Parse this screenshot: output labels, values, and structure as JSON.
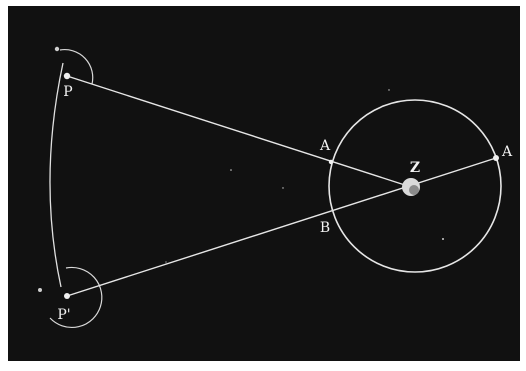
{
  "figure": {
    "background": "#111111",
    "frame_color": "#ffffff",
    "line_color": "#e6e6e6",
    "labels": {
      "p_top": "P",
      "p_bottom": "P'",
      "a_left": "A",
      "a_right": "A",
      "b": "B",
      "z": "Z"
    }
  }
}
